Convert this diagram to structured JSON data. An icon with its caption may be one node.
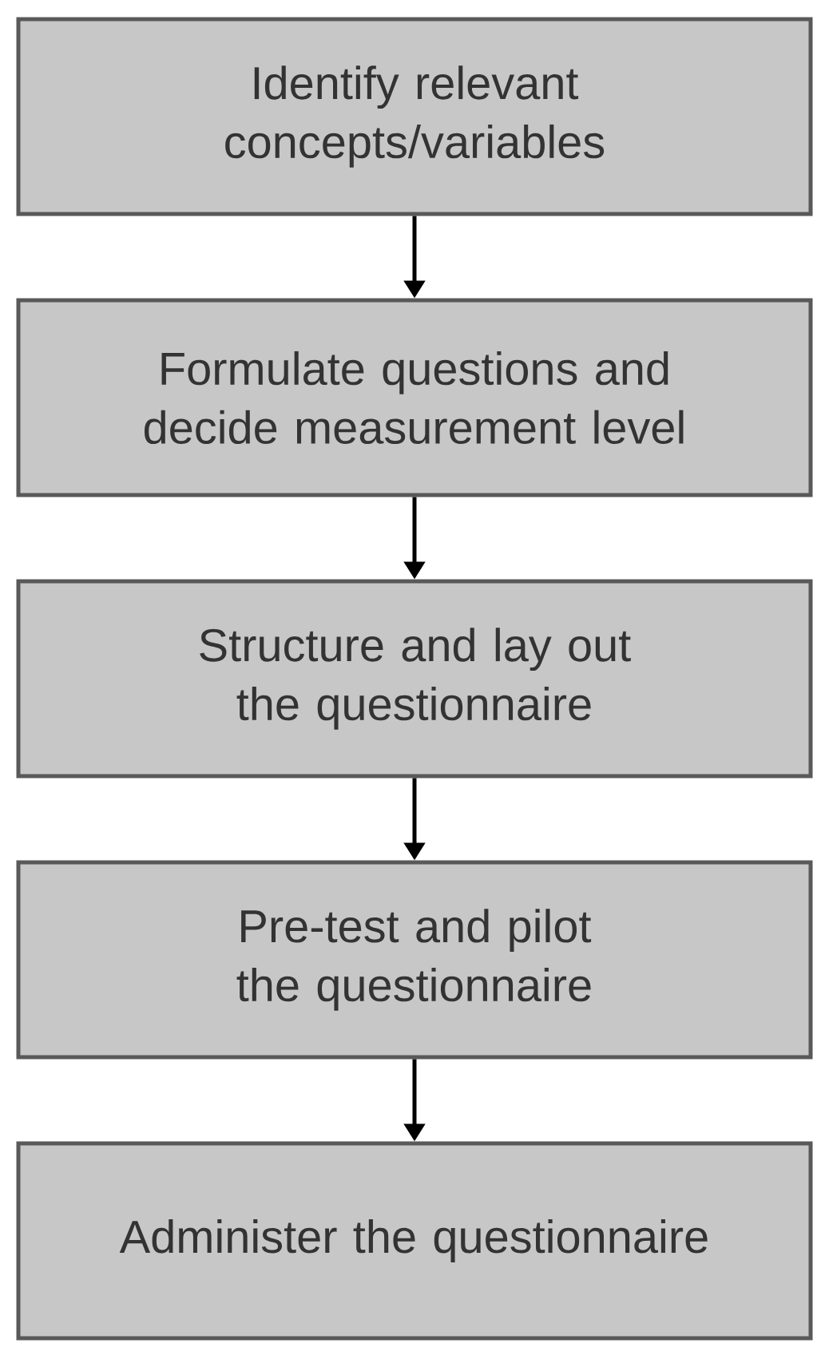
{
  "diagram": {
    "nodes": [
      {
        "text": [
          "Identify relevant concepts/variables"
        ]
      },
      {
        "text": [
          "Formulate questions and decide measurement level"
        ]
      },
      {
        "text": [
          "Structure and lay out the questionnaire"
        ]
      },
      {
        "text": [
          "Pre-test and pilot the questionnaire"
        ]
      },
      {
        "text": [
          "Administer the questionnaire"
        ]
      }
    ],
    "edges": [
      {
        "from": 0,
        "to": 1,
        "arrow": "to"
      },
      {
        "from": 1,
        "to": 2,
        "arrow": "to"
      },
      {
        "from": 2,
        "to": 3,
        "arrow": "to"
      },
      {
        "from": 3,
        "to": 4,
        "arrow": "to"
      }
    ]
  }
}
